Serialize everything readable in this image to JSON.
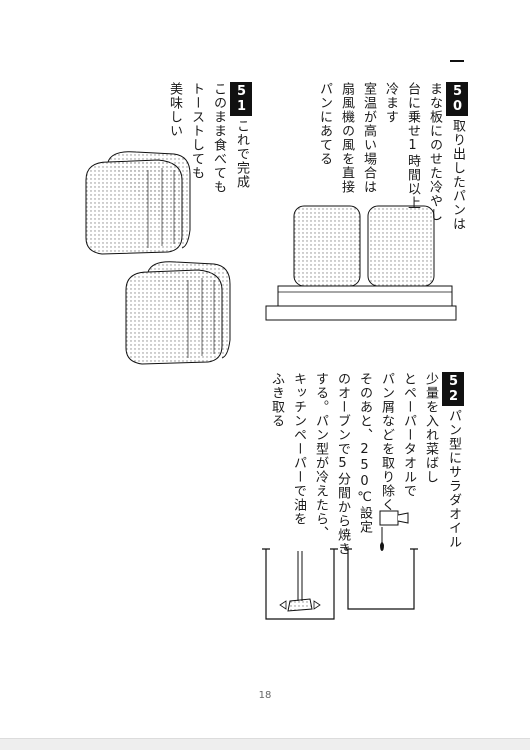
{
  "page_number": "18",
  "step50": {
    "number": "50",
    "first_line": "取り出したパンは",
    "lines": [
      "まな板にのせた冷やし",
      "台に乗せ1時間以上",
      "冷ます",
      "室温が高い場合は",
      "扇風機の風を直接",
      "パンにあてる"
    ]
  },
  "step51": {
    "number": "51",
    "first_line": "これで完成",
    "lines": [
      "このまま食べても",
      "トーストしても",
      "美味しい"
    ]
  },
  "step52": {
    "number": "52",
    "first_line": "パン型にサラダオイル",
    "lines": [
      "少量を入れ菜ばし",
      "とペーパータオルで",
      "パン屑などを取り除く",
      "そのあと、250℃設定",
      "のオーブンで5分間から焼き",
      "する。パン型が冷えたら、",
      "キッチンペーパーで油を",
      "ふき取る"
    ]
  },
  "illustrations": {
    "cooling_rack": "bread-on-cooling-rack",
    "finished_bread": "finished-bread-loaves",
    "pan_oiling": "oiling-bread-pan",
    "pan_cleaning": "wiping-bread-pan"
  },
  "colors": {
    "ink": "#111111",
    "number_badge_bg": "#111111",
    "number_badge_text": "#ffffff",
    "dot_fill": "#888888"
  }
}
